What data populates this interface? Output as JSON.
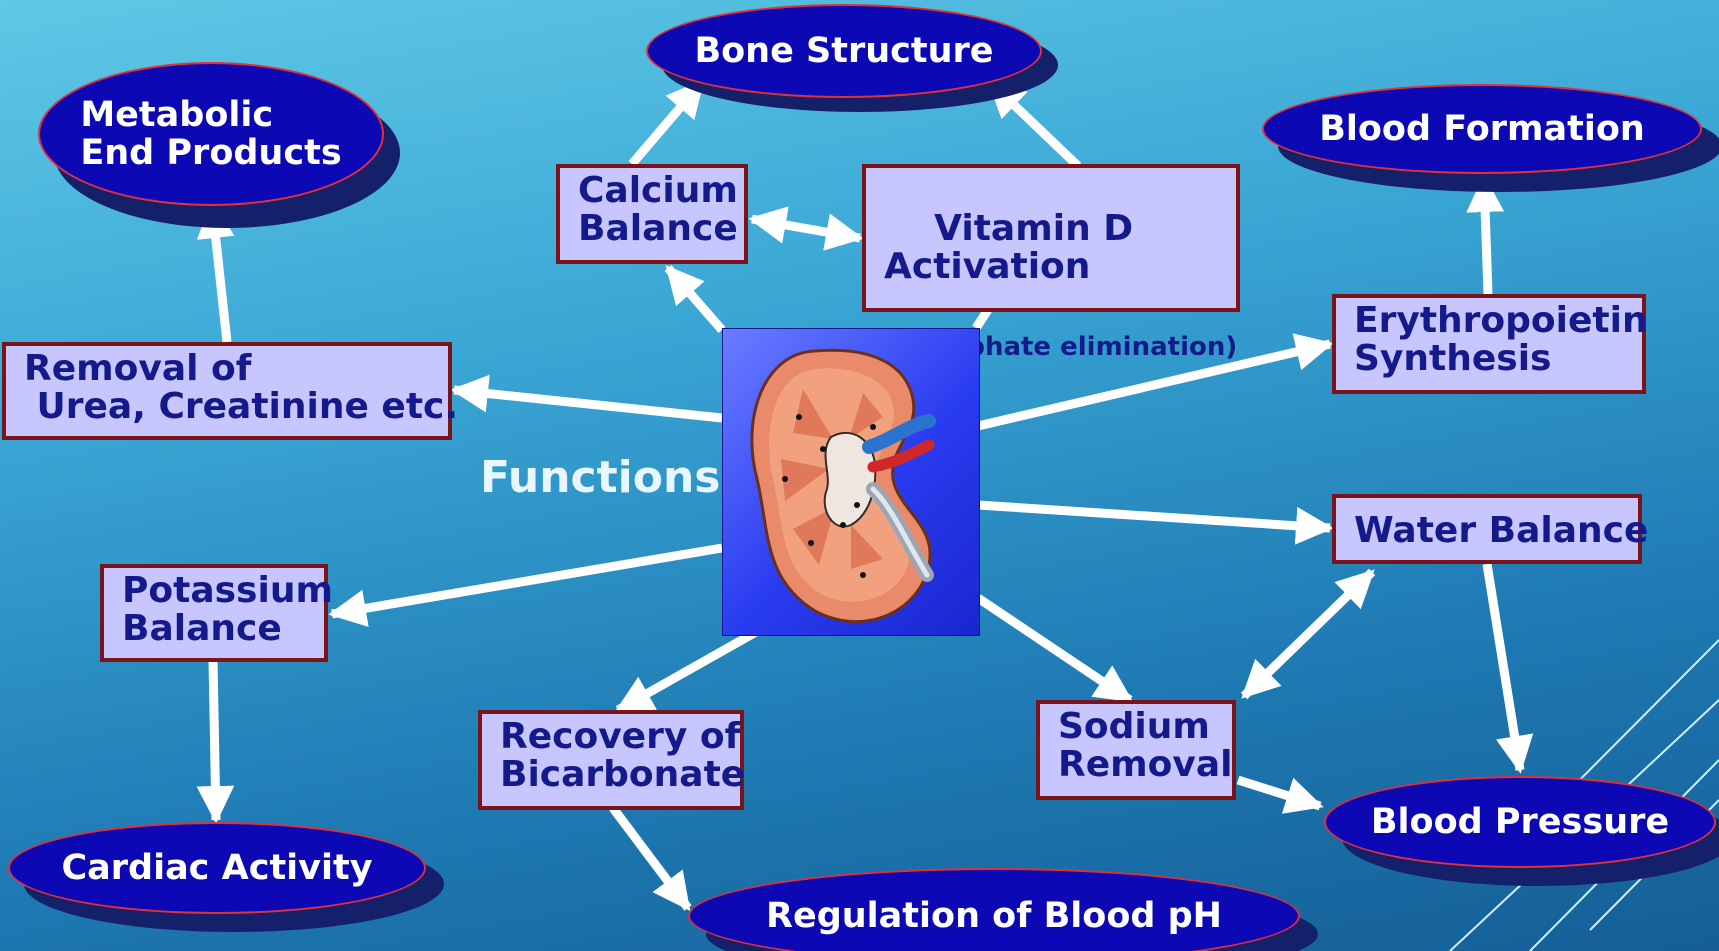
{
  "center": {
    "label": "Functions",
    "image": "kidney-cross-section-icon"
  },
  "boxes": {
    "calcium": "Calcium\nBalance",
    "vitamin_d": "Vitamin D\nActivation",
    "vitamin_d_sub": "(phosphate elimination)",
    "removal": "Removal of\n Urea, Creatinine etc.",
    "erythropoietin": "Erythropoietin\nSynthesis",
    "water": "Water Balance",
    "potassium": "Potassium\nBalance",
    "bicarbonate": "Recovery of\nBicarbonate",
    "sodium": "Sodium\nRemoval"
  },
  "ovals": {
    "bone": "Bone Structure",
    "metabolic": "Metabolic\nEnd Products",
    "blood_formation": "Blood Formation",
    "cardiac": "Cardiac Activity",
    "blood_pressure": "Blood Pressure",
    "ph": "Regulation of Blood pH"
  },
  "colors": {
    "box_fill": "#c8c6ff",
    "box_border": "#7b1418",
    "box_text": "#151a8a",
    "oval_fill": "#0b08b4",
    "oval_outline": "#e0303a",
    "arrow": "#ffffff",
    "background": "#2f93c8"
  }
}
